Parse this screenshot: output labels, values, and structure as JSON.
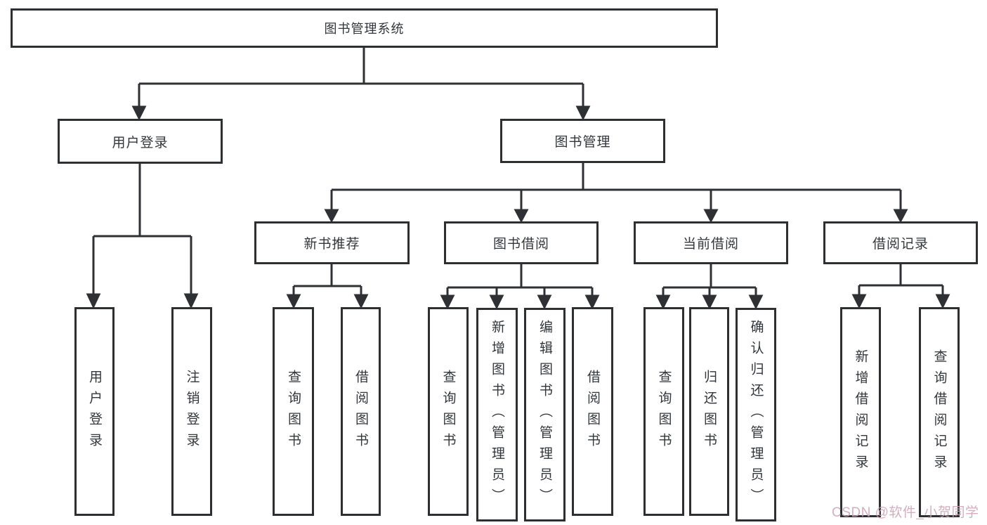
{
  "tree": {
    "label": "图书管理系统",
    "children": [
      {
        "label": "用户登录",
        "children": [
          {
            "label": "用户登录"
          },
          {
            "label": "注销登录"
          }
        ]
      },
      {
        "label": "图书管理",
        "children": [
          {
            "label": "新书推荐",
            "children": [
              {
                "label": "查询图书"
              },
              {
                "label": "借阅图书"
              }
            ]
          },
          {
            "label": "图书借阅",
            "children": [
              {
                "label": "查询图书"
              },
              {
                "label": "新增图书（管理员）"
              },
              {
                "label": "编辑图书（管理员）"
              },
              {
                "label": "借阅图书"
              }
            ]
          },
          {
            "label": "当前借阅",
            "children": [
              {
                "label": "查询图书"
              },
              {
                "label": "归还图书"
              },
              {
                "label": "确认归还（管理员）"
              }
            ]
          },
          {
            "label": "借阅记录",
            "children": [
              {
                "label": "新增借阅记录"
              },
              {
                "label": "查询借阅记录"
              }
            ]
          }
        ]
      }
    ]
  },
  "watermark": {
    "text": "CSDN @软件_小贺同学"
  },
  "colors": {
    "line": "#2f3033",
    "box_border": "#2d2f31",
    "text": "#33363a",
    "watermark": "#cda4b6",
    "background": "#ffffff"
  }
}
